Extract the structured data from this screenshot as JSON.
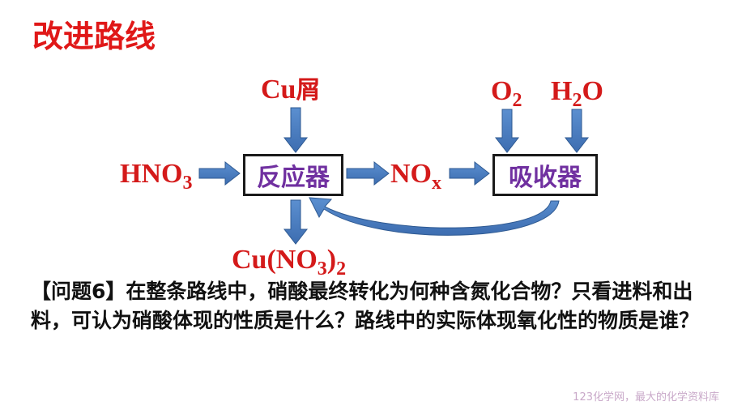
{
  "title": "改进路线",
  "diagram": {
    "cu_scrap": {
      "base": "Cu",
      "suffix": "屑"
    },
    "hno3": {
      "base": "HNO",
      "sub": "3"
    },
    "reactor": "反应器",
    "nox": {
      "base": "NO",
      "sub": "x"
    },
    "absorber": "吸收器",
    "o2": {
      "base": "O",
      "sub": "2"
    },
    "h2o": {
      "base1": "H",
      "sub": "2",
      "base2": "O"
    },
    "cuno3": {
      "pre": "Cu(NO",
      "sub1": "3",
      "post": ")",
      "sub2": "2"
    }
  },
  "question": "【问题6】在整条路线中，硝酸最终转化为何种含氮化合物？只看进料和出料，可认为硝酸体现的性质是什么？路线中的实际体现氧化性的物质是谁？",
  "watermark": "123化学网，最大的化学资料库",
  "colors": {
    "title": "#e01818",
    "chem": "#d41a1a",
    "box_text": "#7030a0",
    "arrow": "#4f81bd"
  }
}
